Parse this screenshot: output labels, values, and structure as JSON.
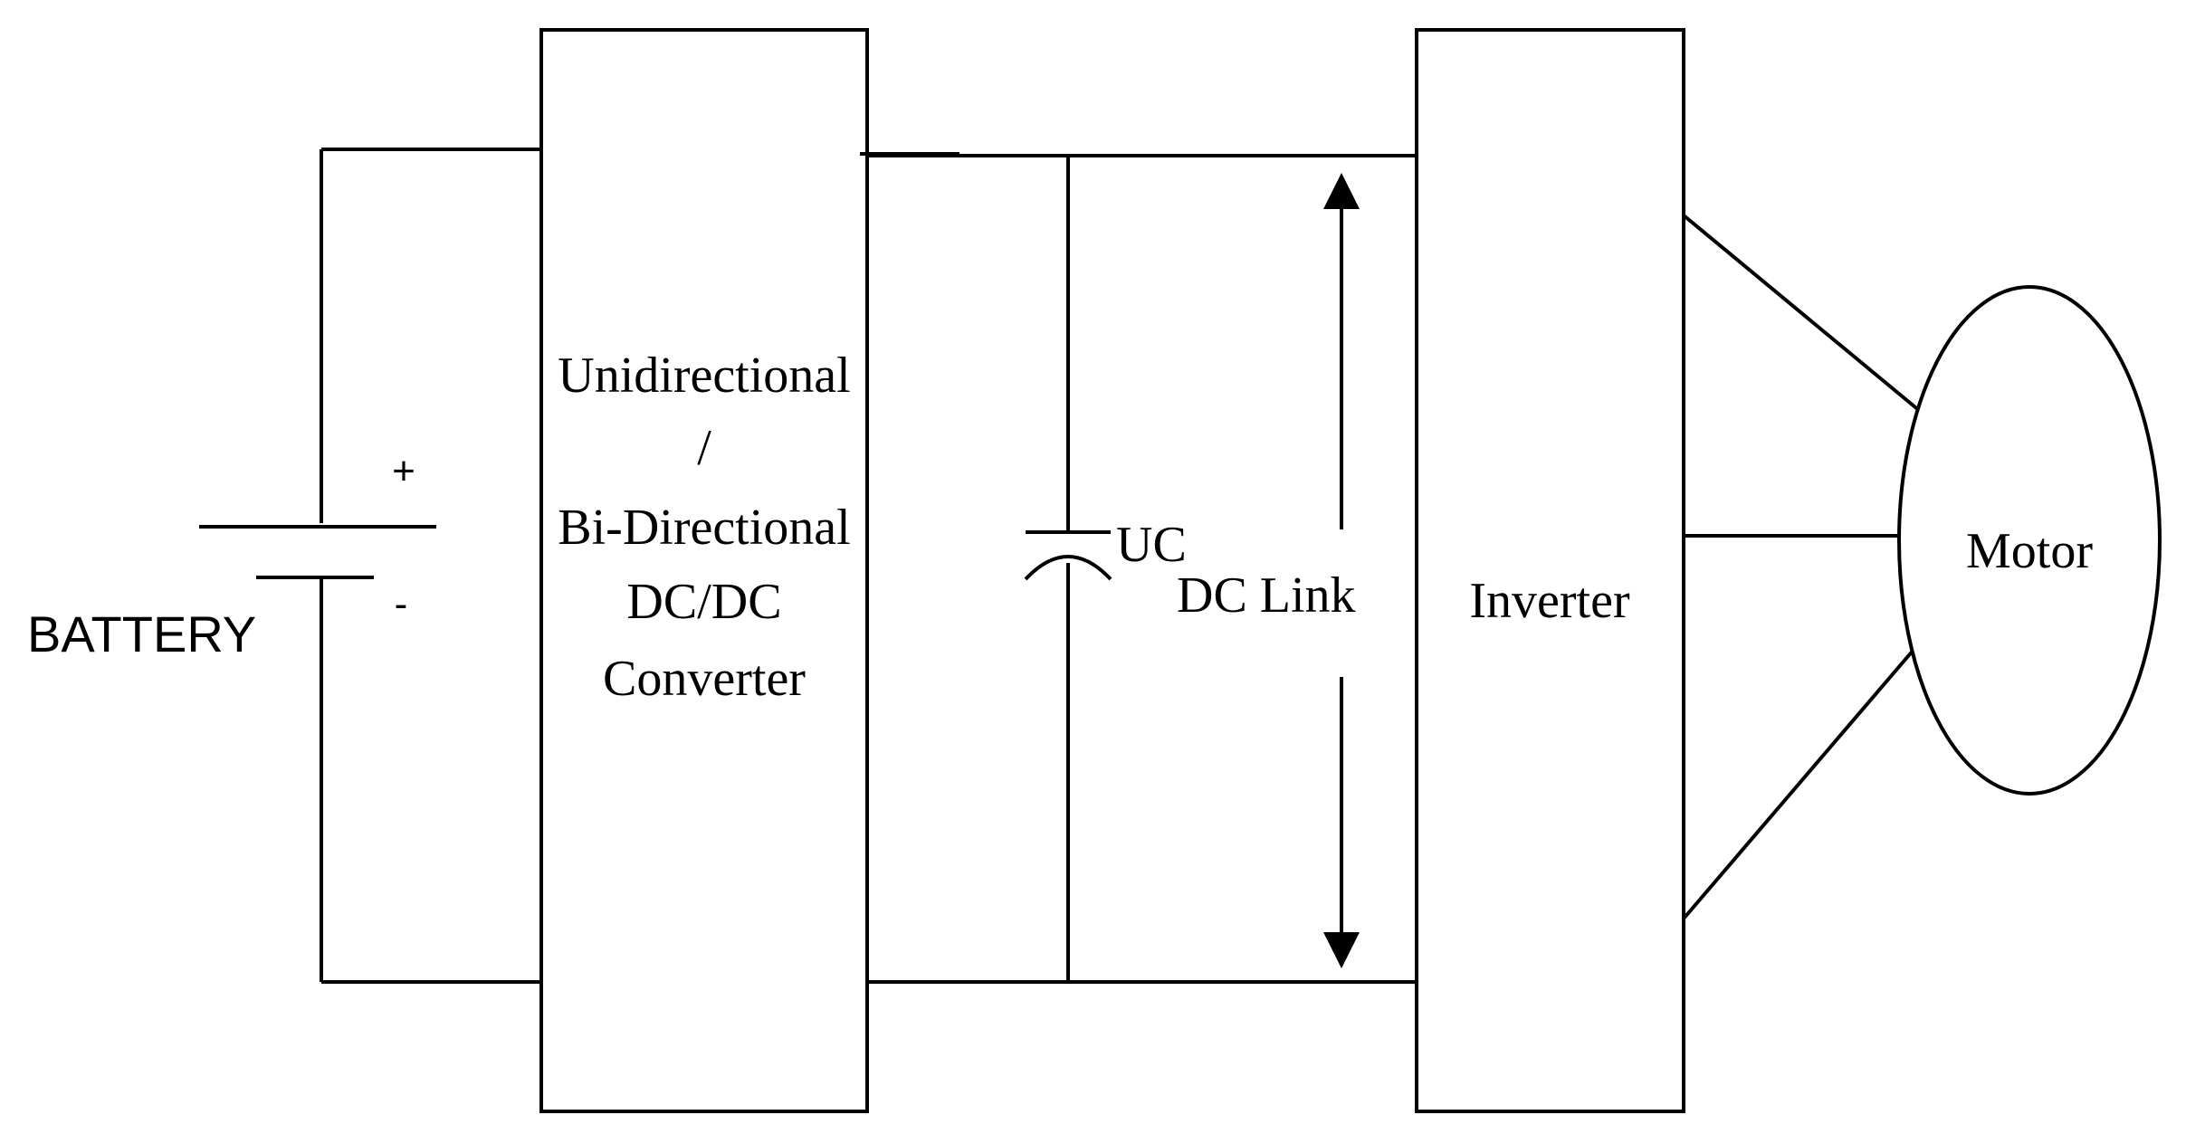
{
  "battery": {
    "label": "BATTERY",
    "plus": "+",
    "minus": "-"
  },
  "converter": {
    "lines": [
      "Unidirectional",
      "/",
      "Bi-Directional",
      "DC/DC",
      "Converter"
    ]
  },
  "capacitor": {
    "label": "UC"
  },
  "dc_link": {
    "label": "DC Link"
  },
  "inverter": {
    "label": "Inverter"
  },
  "motor": {
    "label": "Motor"
  }
}
